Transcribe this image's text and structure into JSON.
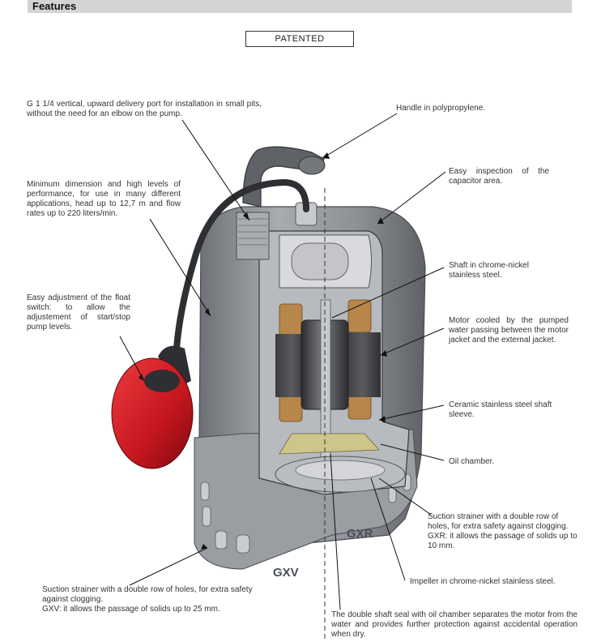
{
  "header": {
    "title": "Features"
  },
  "badge": "PATENTED",
  "callouts": {
    "delivery_port": "G 1 1/4 vertical, upward delivery port for installation in small pits, without the need for an elbow on the pump.",
    "min_dimension": "Minimum dimension and high levels of performance, for use in many different applications, head up to 12,7 m and flow rates up to 220 liters/min.",
    "float_switch": "Easy adjustment of the float switch: to allow the adjustement of start/stop pump levels.",
    "handle": "Handle in polypropylene.",
    "capacitor": "Easy inspection of the capacitor area.",
    "shaft": "Shaft in chrome-nickel stainless steel.",
    "motor_cooled": "Motor cooled by the pumped water passing between the motor jacket and the external jacket.",
    "ceramic": "Ceramic stainless steel shaft sleeve.",
    "oil_chamber": "Oil chamber.",
    "gxr_line1": "Suction strainer with a double row of holes, for extra safety against clogging.",
    "gxr_line2": "GXR: it allows the passage of solids up to 10 mm.",
    "impeller": "Impeller in chrome-nickel stainless steel.",
    "gxv_line1": "Suction strainer with a double row of holes, for extra safety against clogging.",
    "gxv_line2": "GXV: it allows the passage of solids up to 25 mm.",
    "shaft_seal": "The double shaft seal with oil chamber separates the motor from the water and provides further protection against accidental operation when dry."
  },
  "models": {
    "left": "GXV",
    "right": "GXR"
  },
  "colors": {
    "header": "#d4d4d4",
    "float_red": "#d21f26",
    "body_gray": "#8c8f94",
    "copper": "#b8864a"
  }
}
